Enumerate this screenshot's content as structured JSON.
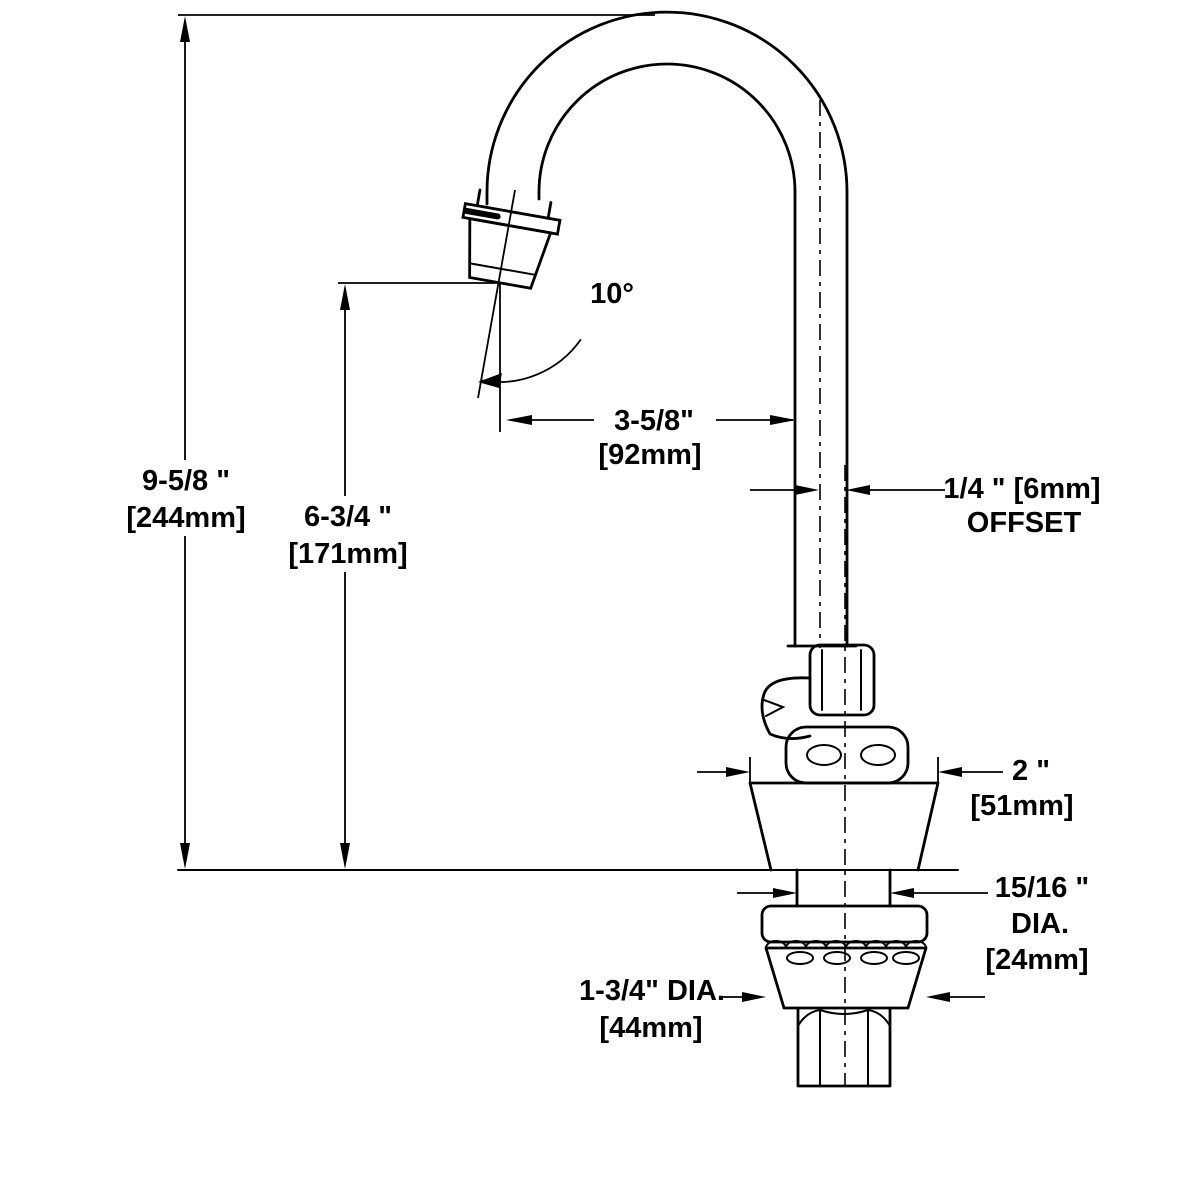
{
  "meta": {
    "title": "Gooseneck faucet dimensional drawing"
  },
  "dims": {
    "overall_height": {
      "in": "9-5/8 \"",
      "mm": "[244mm]"
    },
    "tip_height": {
      "in": "6-3/4 \"",
      "mm": "[171mm]"
    },
    "reach": {
      "in": "3-5/8\"",
      "mm": "[92mm]"
    },
    "angle": "10°",
    "offset": {
      "in_mm": "1/4 \"  [6mm]",
      "word": "OFFSET"
    },
    "base": {
      "in": "2 \"",
      "mm": "[51mm]"
    },
    "shank": {
      "in": "15/16 \"",
      "dia": "DIA.",
      "mm": "[24mm]"
    },
    "flange": {
      "in": "1-3/4\" DIA.",
      "mm": "[44mm]"
    }
  }
}
